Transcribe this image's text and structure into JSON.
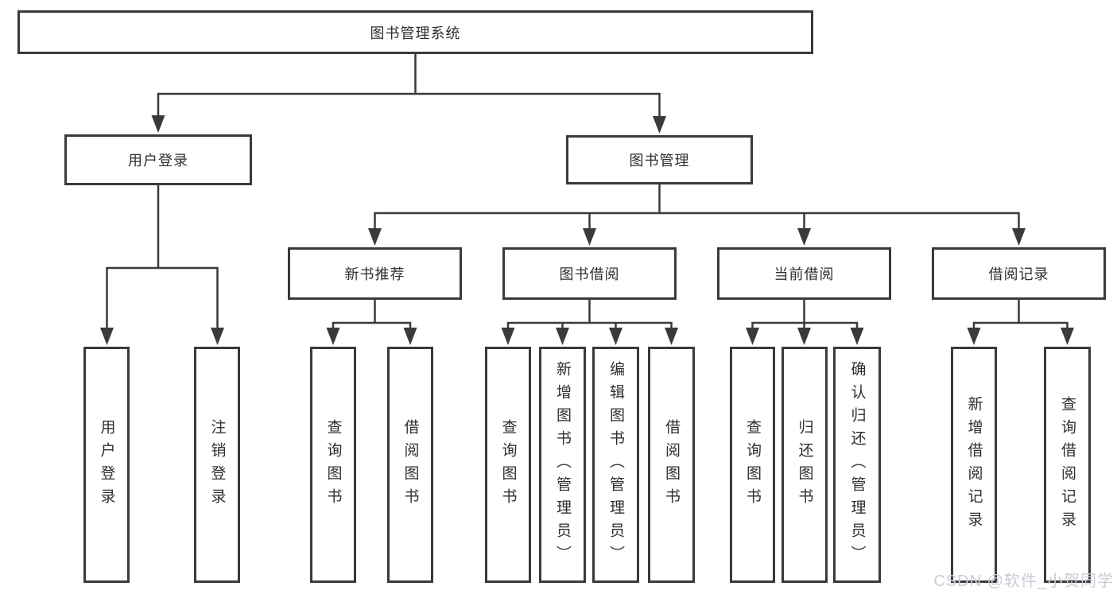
{
  "title": "图书管理系统",
  "watermark": "CSDN @软件_小贺同学",
  "colors": {
    "line": "#3a3a3c",
    "text": "#2f2f2f",
    "watermark": "#c9ccd6",
    "background": "#ffffff"
  },
  "level2": [
    {
      "label": "用户登录",
      "children": [
        "用户登录",
        "注销登录"
      ]
    },
    {
      "label": "图书管理"
    }
  ],
  "level3": [
    {
      "label": "新书推荐",
      "children": [
        "查询图书",
        "借阅图书"
      ]
    },
    {
      "label": "图书借阅",
      "children": [
        "查询图书",
        "新增图书（管理员）",
        "编辑图书（管理员）",
        "借阅图书"
      ]
    },
    {
      "label": "当前借阅",
      "children": [
        "查询图书",
        "归还图书",
        "确认归还（管理员）"
      ]
    },
    {
      "label": "借阅记录",
      "children": [
        "新增借阅记录",
        "查询借阅记录"
      ]
    }
  ]
}
